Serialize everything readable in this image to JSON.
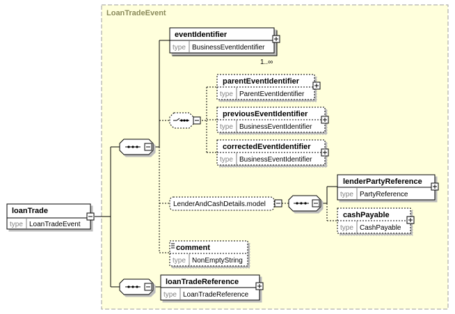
{
  "type_keyword": "type",
  "group": {
    "title": "LoanTradeEvent"
  },
  "root": {
    "name": "loanTrade",
    "type": "LoanTradeEvent"
  },
  "event_identifier": {
    "name": "eventIdentifier",
    "type": "BusinessEventIdentifier",
    "occurs": "1..∞"
  },
  "parent_event_identifier": {
    "name": "parentEventIdentifier",
    "type": "ParentEventIdentifier"
  },
  "previous_event_identifier": {
    "name": "previousEventIdentifier",
    "type": "BusinessEventIdentifier"
  },
  "corrected_event_identifier": {
    "name": "correctedEventIdentifier",
    "type": "BusinessEventIdentifier"
  },
  "lender_cash_model": {
    "name": "LenderAndCashDetails.model"
  },
  "lender_party_reference": {
    "name": "lenderPartyReference",
    "type": "PartyReference"
  },
  "cash_payable": {
    "name": "cashPayable",
    "type": "CashPayable"
  },
  "comment": {
    "name": "comment",
    "type": "NonEmptyString"
  },
  "loan_trade_reference": {
    "name": "loanTradeReference",
    "type": "LoanTradeReference"
  }
}
